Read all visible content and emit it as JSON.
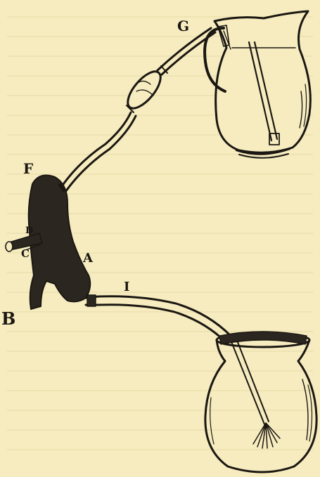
{
  "figure": {
    "colors": {
      "paper": "#f6ecbf",
      "ink": "#1b1712",
      "mass": "#2b2620"
    },
    "labels": {
      "g": "G",
      "f": "F",
      "d": "D",
      "c": "C",
      "a": "A",
      "one": "I",
      "b": "B"
    }
  }
}
